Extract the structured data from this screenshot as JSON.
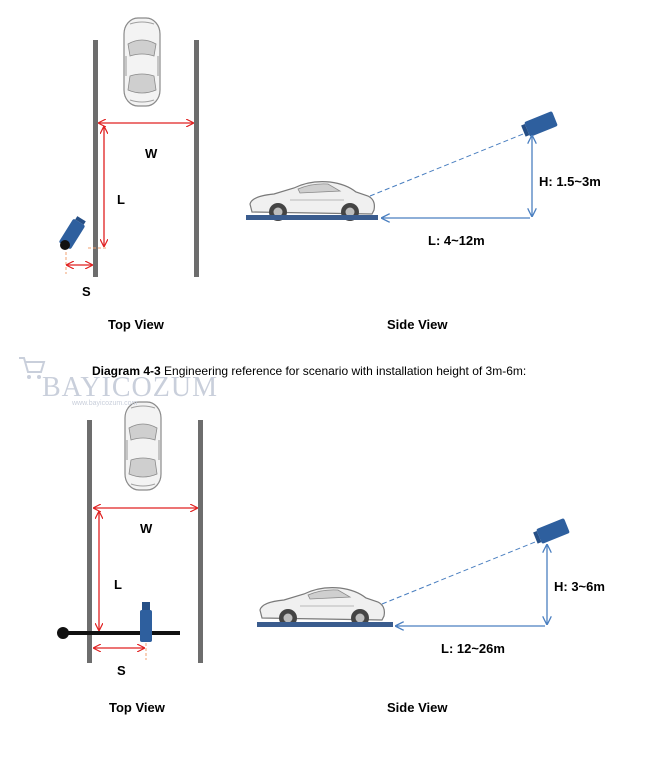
{
  "diagram_1": {
    "top_view": {
      "w_label": "W",
      "l_label": "L",
      "s_label": "S",
      "caption": "Top View"
    },
    "side_view": {
      "h_label": "H:  1.5~3m",
      "l_label": "L:  4~12m",
      "caption": "Side View"
    }
  },
  "caption": {
    "prefix": "Diagram 4-3",
    "text": " Engineering reference for scenario with installation height of 3m-6m:"
  },
  "watermark": {
    "brand": "BAYICOZUM",
    "url": "www.bayicozum.com"
  },
  "diagram_2": {
    "top_view": {
      "w_label": "W",
      "l_label": "L",
      "s_label": "S",
      "caption": "Top View"
    },
    "side_view": {
      "h_label": "H:  3~6m",
      "l_label": "L:  12~26m",
      "caption": "Side View"
    }
  },
  "colors": {
    "measure": "#e02020",
    "camera": "#2e5f9e",
    "lane": "#6d6d6d",
    "ground": "#3a5c8e",
    "dim": "#4a7fc0"
  }
}
